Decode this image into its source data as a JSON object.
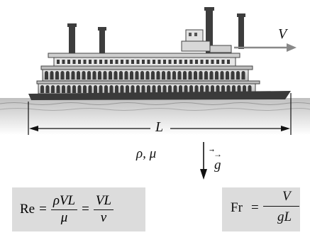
{
  "labels": {
    "velocity": "V",
    "length": "L",
    "fluid_props": "ρ, μ",
    "gravity": "g"
  },
  "reynolds": {
    "lhs": "Re",
    "eq1": "=",
    "frac1_num": "ρVL",
    "frac1_den": "μ",
    "eq2": "=",
    "frac2_num": "VL",
    "frac2_den": "ν"
  },
  "froude": {
    "lhs": "Fr",
    "eq": "=",
    "num": "V",
    "den": "gL"
  },
  "colors": {
    "water_light": "#e6e6e6",
    "water_dark": "#b4b4b4",
    "hull": "#3a3a3a",
    "formula_box": "#dcdcdc",
    "arrow": "#888888"
  }
}
